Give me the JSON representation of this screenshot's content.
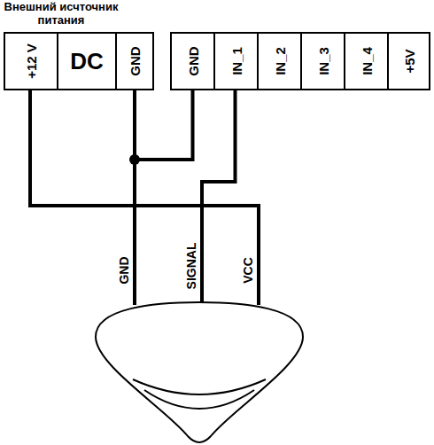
{
  "diagram": {
    "title": "Внешний исчточник питания",
    "nodes": [
      {
        "text": [
          "+12 V"
        ]
      },
      {
        "text": [
          "DC"
        ]
      },
      {
        "text": [
          "GND"
        ]
      },
      {
        "text": [
          "GND"
        ]
      },
      {
        "text": [
          "IN_1"
        ]
      },
      {
        "text": [
          "IN_2"
        ]
      },
      {
        "text": [
          "IN_3"
        ]
      },
      {
        "text": [
          "IN_4"
        ]
      },
      {
        "text": [
          "+5V"
        ]
      }
    ],
    "edges": [
      {
        "from": 2,
        "to": 3,
        "arrow": "none"
      }
    ],
    "labels": [
      "GND",
      "SIGNAL",
      "VCC"
    ]
  }
}
